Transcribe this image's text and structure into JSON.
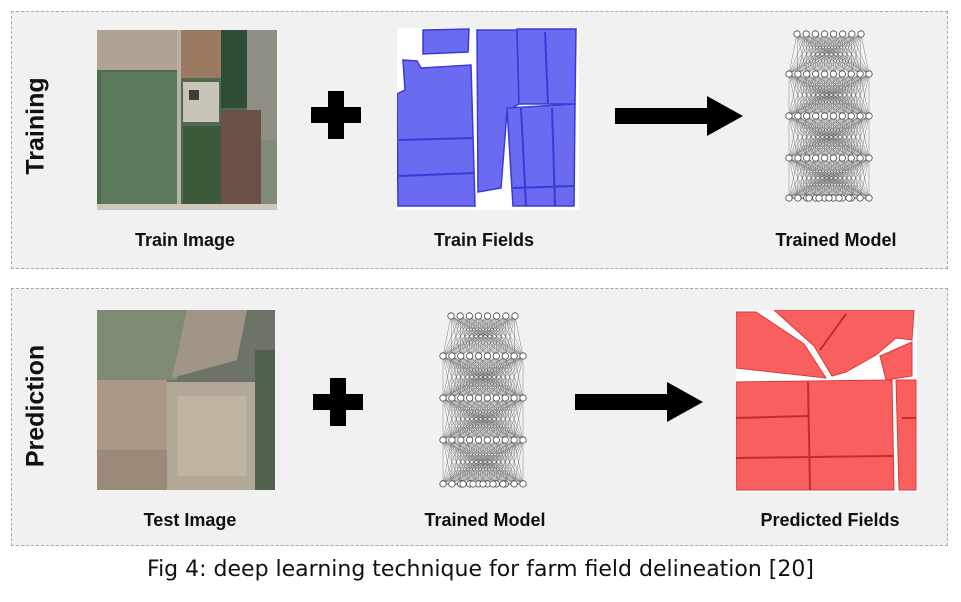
{
  "training": {
    "label": "Training",
    "captions": {
      "image": "Train Image",
      "fields": "Train Fields",
      "model": "Trained Model"
    }
  },
  "prediction": {
    "label": "Prediction",
    "captions": {
      "image": "Test Image",
      "model": "Trained Model",
      "fields": "Predicted Fields"
    }
  },
  "figure_caption": "Fig 4: deep learning technique for farm field delineation [20]",
  "colors": {
    "train_fields": "#6b6bf2",
    "predicted_fields": "#fa5f5f",
    "panel_bg": "#f1f1f1",
    "panel_border": "#a9a9a9"
  }
}
